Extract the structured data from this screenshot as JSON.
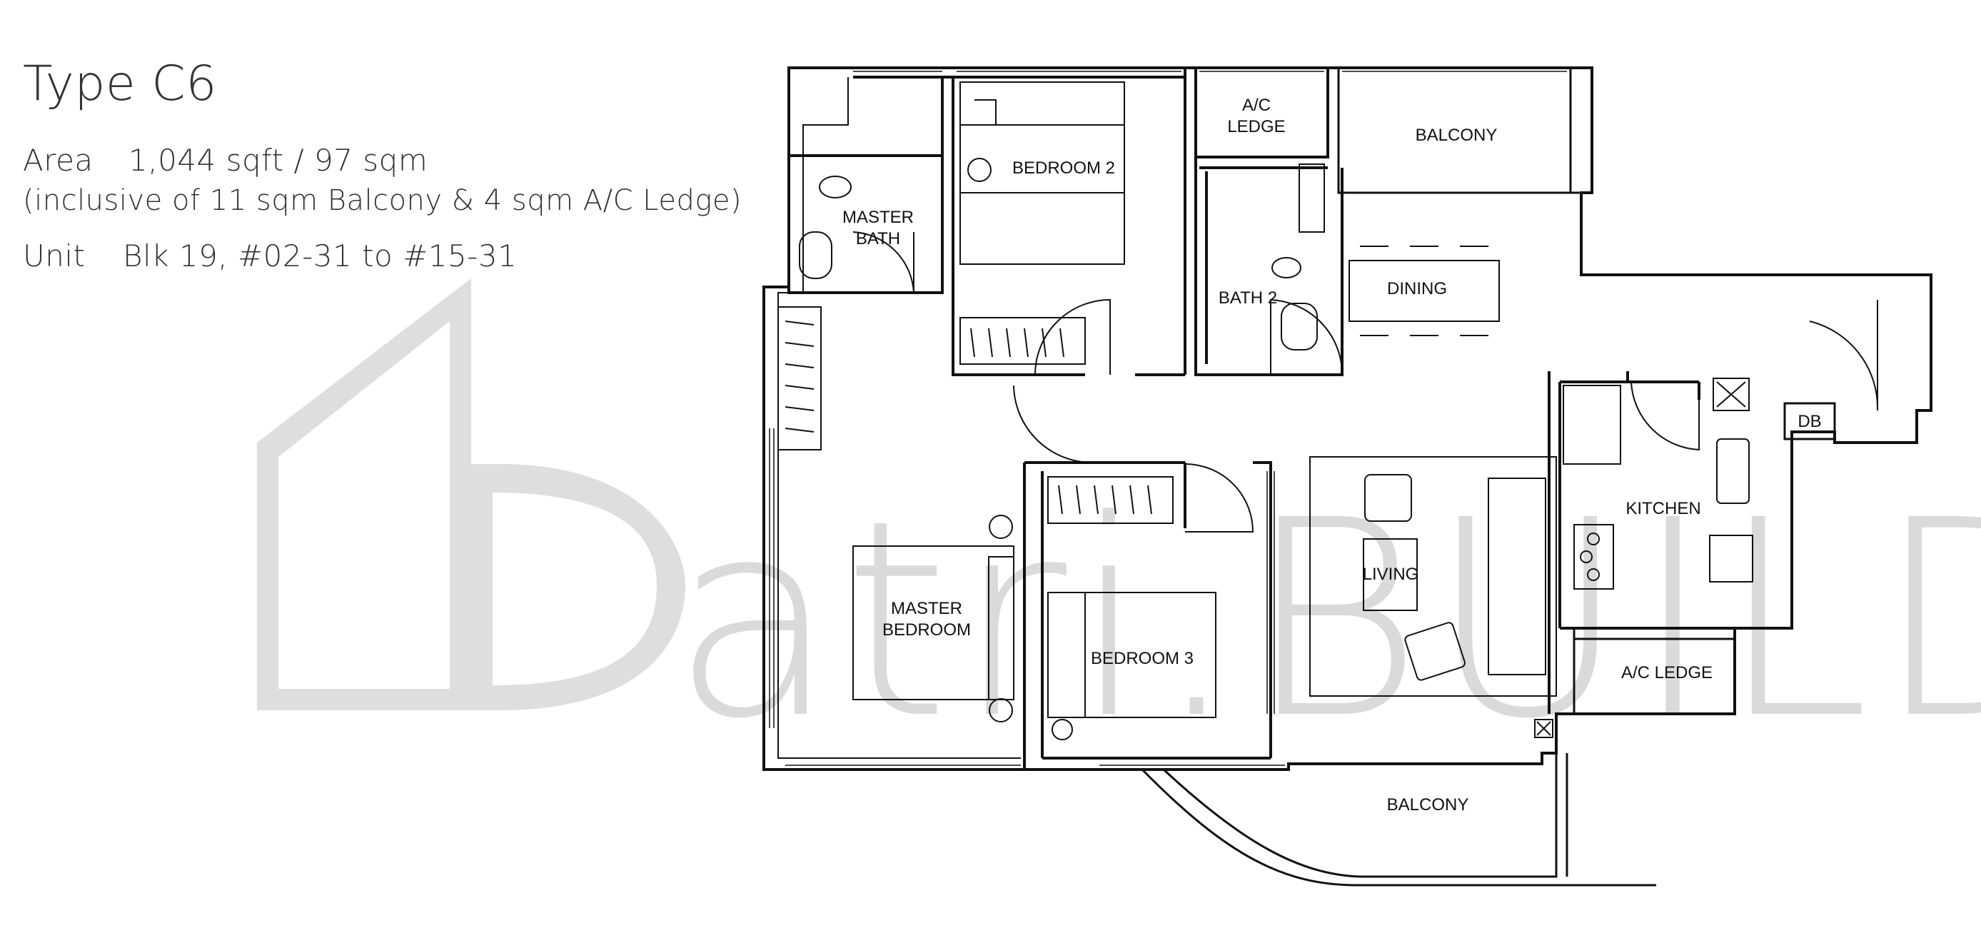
{
  "header": {
    "title": "Type C6",
    "area_label": "Area",
    "area_value": "1,044 sqft / 97 sqm",
    "inclusive_note": "(inclusive of 11 sqm Balcony & 4 sqm A/C Ledge)",
    "unit_label": "Unit",
    "unit_value": "Blk 19, #02-31 to #15-31"
  },
  "watermark": {
    "text": "atri.BUILD"
  },
  "rooms": {
    "master_bath_1": "MASTER",
    "master_bath_2": "BATH",
    "bedroom_2": "BEDROOM 2",
    "ac_ledge_top_1": "A/C",
    "ac_ledge_top_2": "LEDGE",
    "balcony_top": "BALCONY",
    "bath_2": "BATH 2",
    "dining": "DINING",
    "db": "DB",
    "kitchen": "KITCHEN",
    "living": "LIVING",
    "master_bedroom_1": "MASTER",
    "master_bedroom_2": "BEDROOM",
    "bedroom_3": "BEDROOM 3",
    "ac_ledge_right": "A/C LEDGE",
    "balcony_bottom": "BALCONY"
  }
}
